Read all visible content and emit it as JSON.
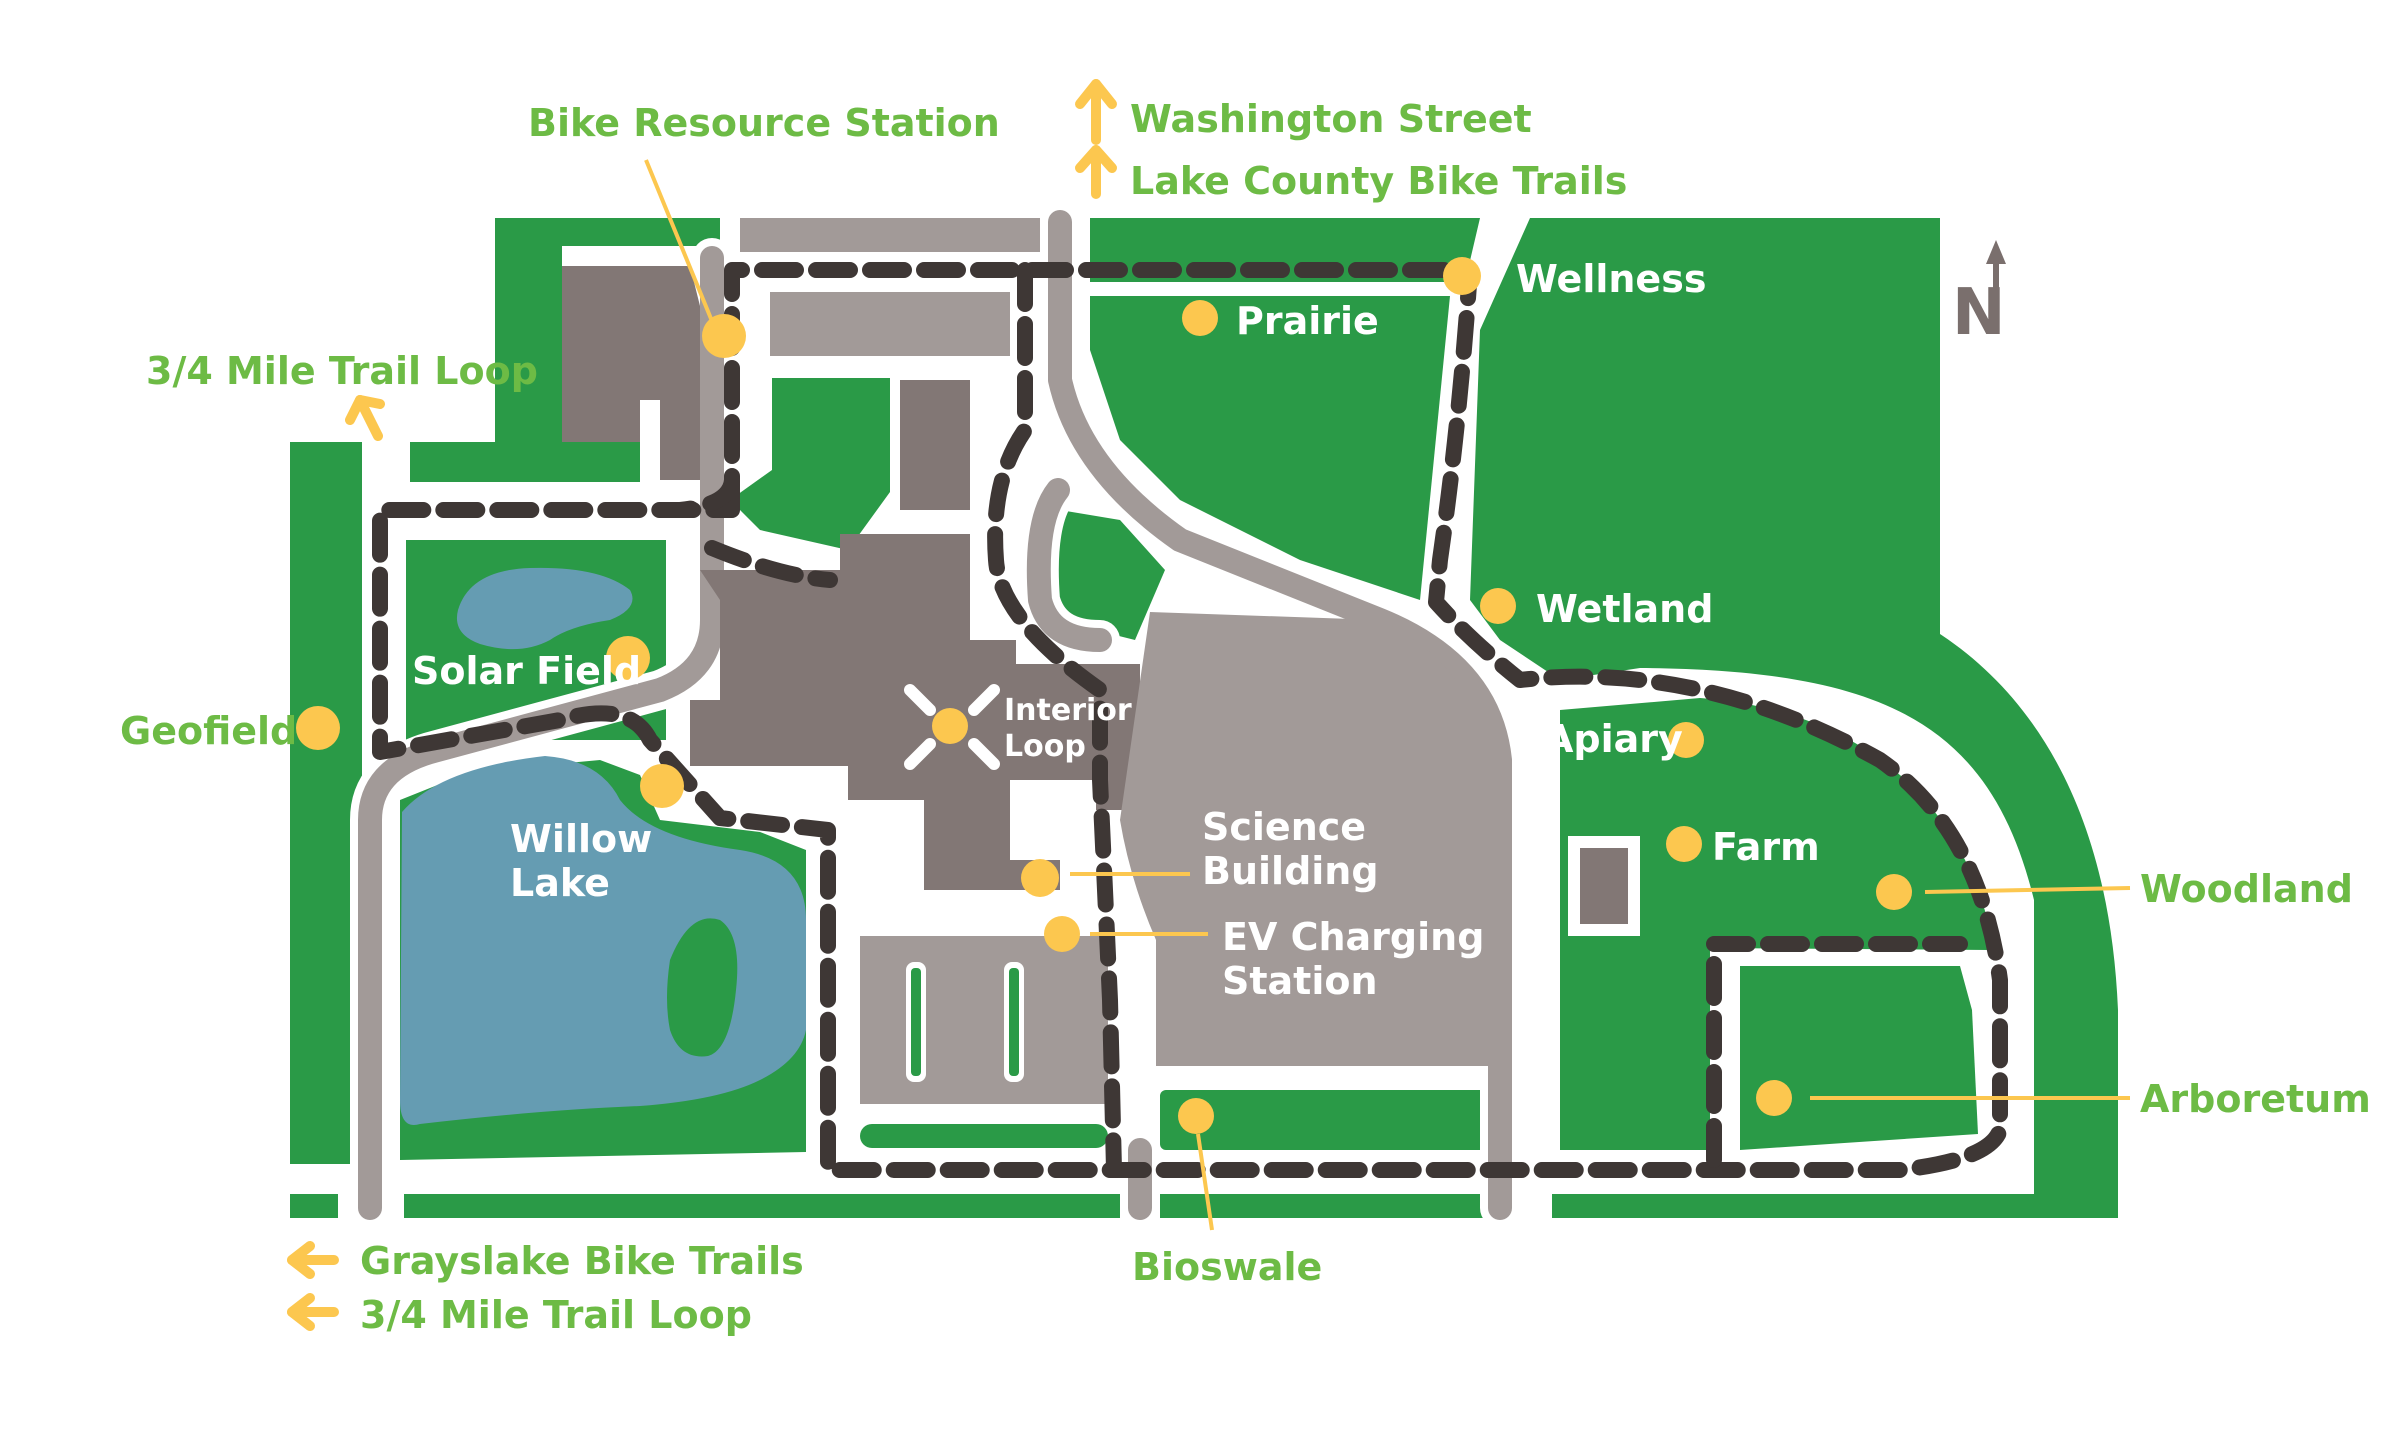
{
  "colors": {
    "green": "#2a9a47",
    "road": "#a29a98",
    "building": "#827775",
    "water": "#659cb2",
    "trail": "#3e3735",
    "poi": "#fcc74f",
    "label_external": "#6dbb45",
    "label_internal": "#ffffff"
  },
  "title": "",
  "compass": {
    "letter": "N",
    "icon": "north-arrow-icon"
  },
  "external_labels": {
    "bike_resource_station": "Bike Resource Station",
    "washington_street": "Washington Street",
    "lake_county_bike_trails": "Lake County Bike Trails",
    "trail_loop_north": "3/4 Mile Trail Loop",
    "geofield": "Geofield",
    "grayslake_bike_trails": "Grayslake Bike Trails",
    "trail_loop_south": "3/4 Mile Trail Loop",
    "bioswale": "Bioswale",
    "woodland": "Woodland",
    "arboretum": "Arboretum"
  },
  "internal_labels": {
    "wellness": "Wellness",
    "prairie": "Prairie",
    "wetland": "Wetland",
    "apiary": "Apiary",
    "farm": "Farm",
    "solar_field": "Solar Field",
    "willow_lake_line1": "Willow",
    "willow_lake_line2": "Lake",
    "interior_loop_line1": "Interior",
    "interior_loop_line2": "Loop",
    "science_building_line1": "Science",
    "science_building_line2": "Building",
    "ev_charging_line1": "EV Charging",
    "ev_charging_line2": "Station"
  },
  "icons": {
    "poi_marker": "poi-dot-icon",
    "direction_arrow": "arrow-icon",
    "interior_loop": "interior-loop-icon"
  }
}
